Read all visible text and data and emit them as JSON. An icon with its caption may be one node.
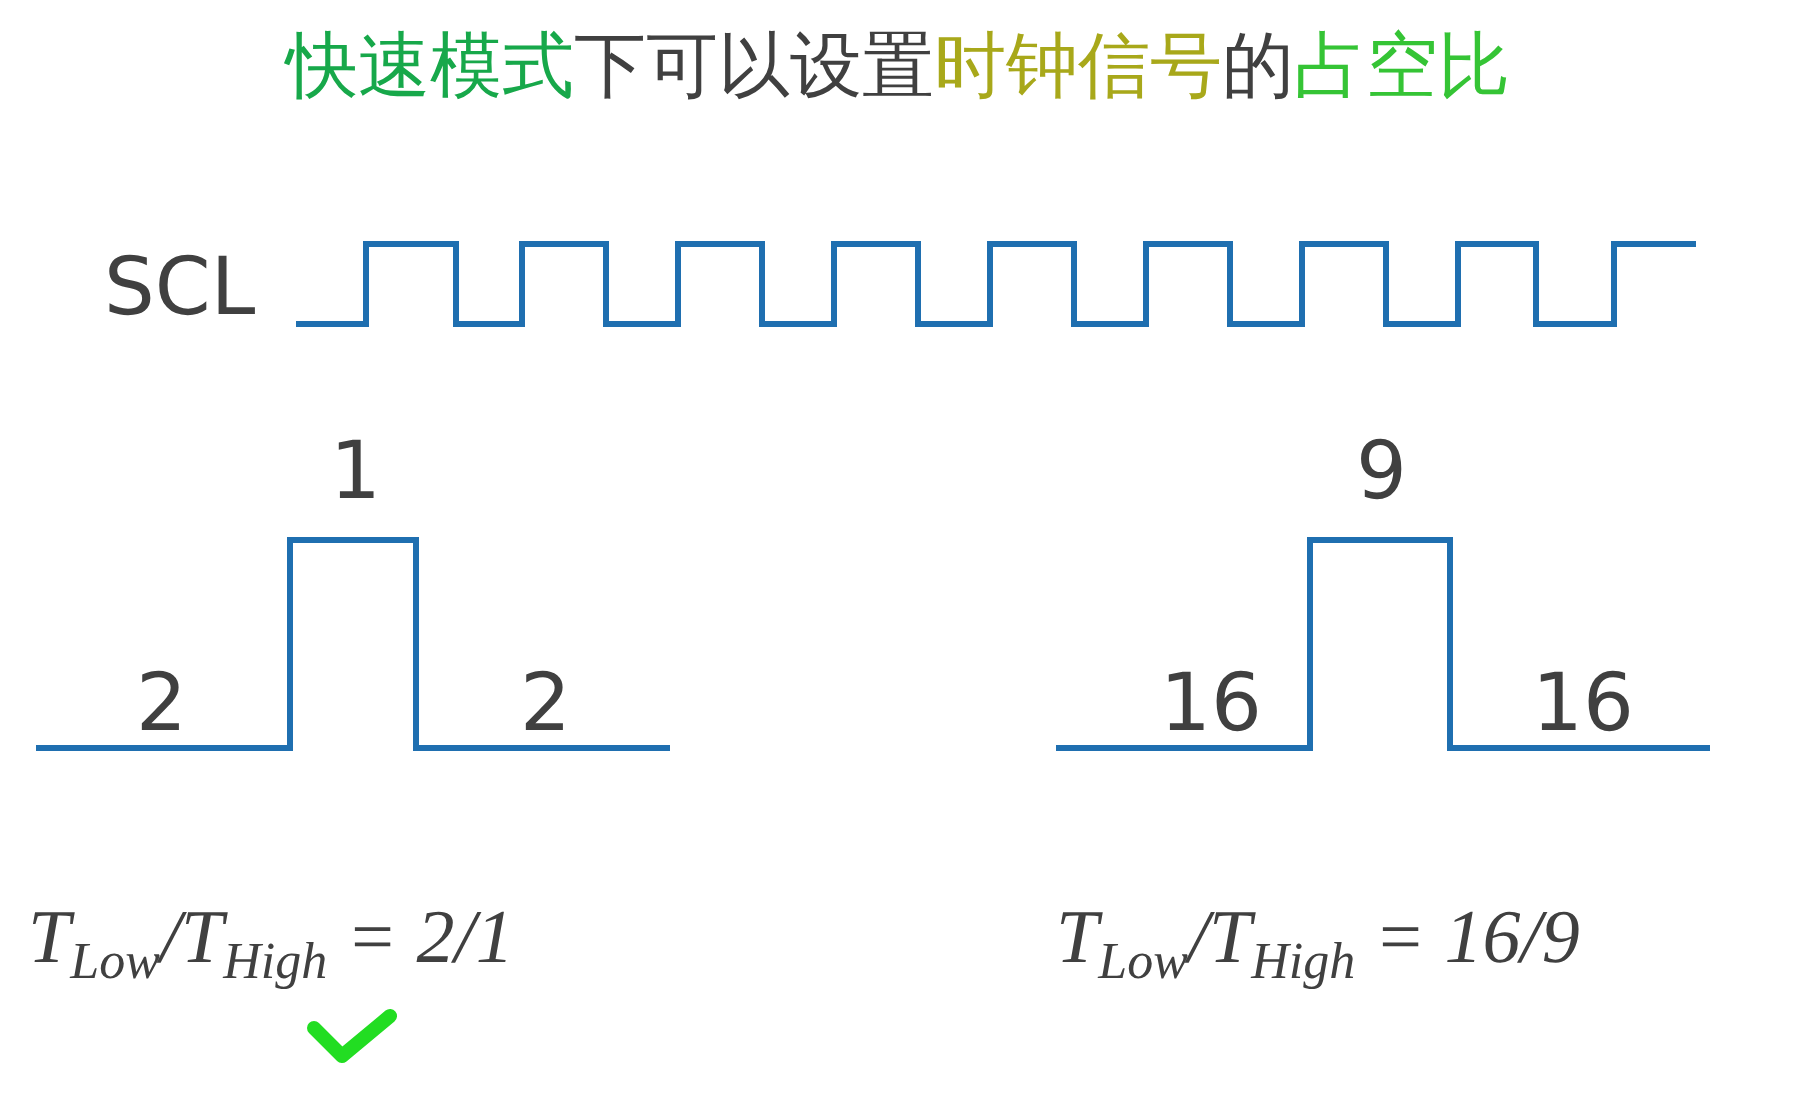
{
  "diagram": {
    "title": "快速模式下可以设置时钟信号的占空比",
    "labels": [
      "SCL",
      "1",
      "2",
      "2",
      "9",
      "16",
      "16",
      "T$_{Low}$/T$_{High}$ = 2/1",
      "T$_{Low}$/T$_{High}$ = 16/9"
    ]
  }
}
